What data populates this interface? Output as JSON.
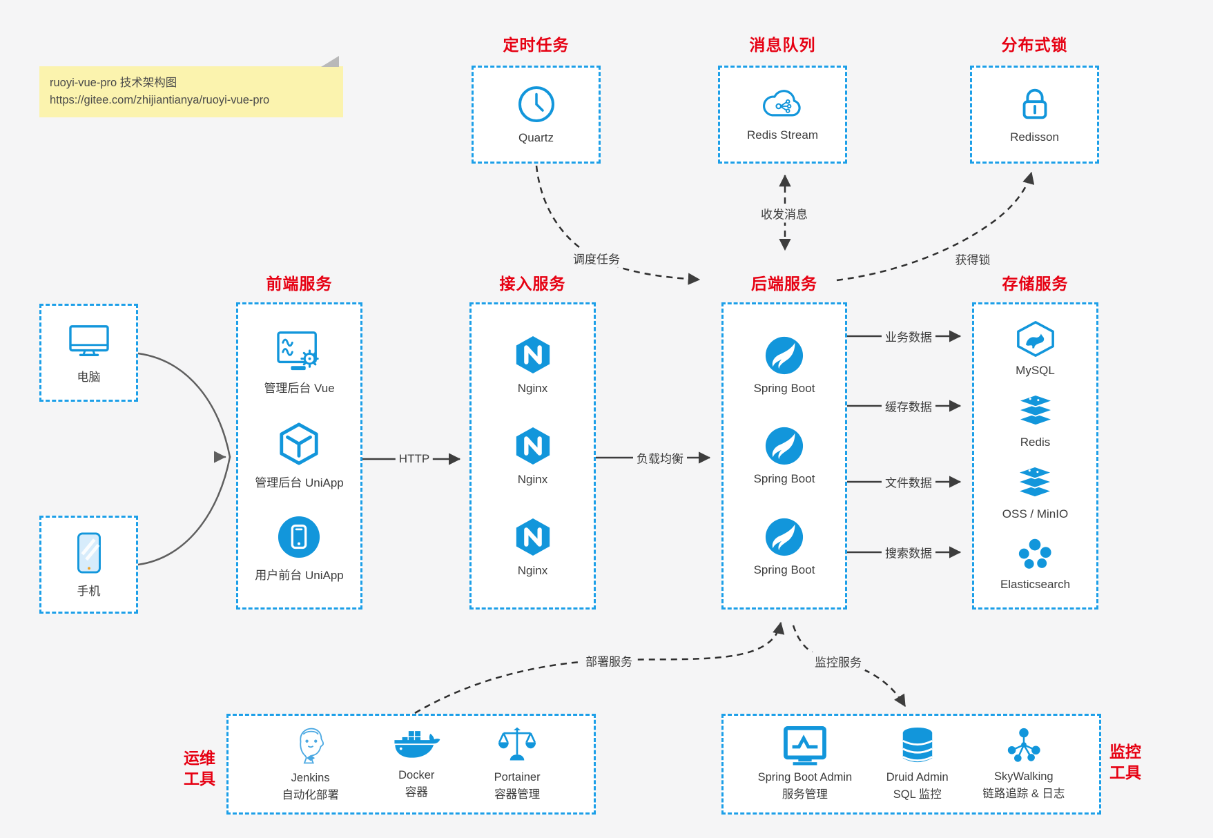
{
  "note": {
    "line1": "ruoyi-vue-pro 技术架构图",
    "line2": "https://gitee.com/zhijiantianya/ruoyi-vue-pro"
  },
  "colors": {
    "accent_blue": "#1296db",
    "border_blue": "#1c9fe8",
    "title_red": "#e60012",
    "arrow_dark": "#3d3d3d",
    "arrow_gray": "#5f5f5f",
    "canvas_bg": "#f5f5f6",
    "note_yellow": "#fbf3ae"
  },
  "top_groups": [
    {
      "title": "定时任务",
      "item": {
        "icon": "clock-icon",
        "label": "Quartz"
      }
    },
    {
      "title": "消息队列",
      "item": {
        "icon": "cloud-stream-icon",
        "label": "Redis Stream"
      }
    },
    {
      "title": "分布式锁",
      "item": {
        "icon": "lock-icon",
        "label": "Redisson"
      }
    }
  ],
  "clients": [
    {
      "icon": "desktop-icon",
      "label": "电脑"
    },
    {
      "icon": "smartphone-icon",
      "label": "手机"
    }
  ],
  "columns": [
    {
      "title": "前端服务",
      "items": [
        {
          "icon": "admin-vue-icon",
          "label": "管理后台 Vue"
        },
        {
          "icon": "uniapp-cube-icon",
          "label": "管理后台 UniApp"
        },
        {
          "icon": "user-app-icon",
          "label": "用户前台 UniApp"
        }
      ]
    },
    {
      "title": "接入服务",
      "items": [
        {
          "icon": "nginx-icon",
          "label": "Nginx"
        },
        {
          "icon": "nginx-icon",
          "label": "Nginx"
        },
        {
          "icon": "nginx-icon",
          "label": "Nginx"
        }
      ]
    },
    {
      "title": "后端服务",
      "items": [
        {
          "icon": "spring-boot-icon",
          "label": "Spring Boot"
        },
        {
          "icon": "spring-boot-icon",
          "label": "Spring Boot"
        },
        {
          "icon": "spring-boot-icon",
          "label": "Spring Boot"
        }
      ]
    },
    {
      "title": "存储服务",
      "items": [
        {
          "icon": "mysql-icon",
          "label": "MySQL"
        },
        {
          "icon": "redis-icon",
          "label": "Redis"
        },
        {
          "icon": "oss-minio-icon",
          "label": "OSS / MinIO"
        },
        {
          "icon": "elasticsearch-icon",
          "label": "Elasticsearch"
        }
      ]
    }
  ],
  "edges": {
    "http": "HTTP",
    "load_balance": "负载均衡",
    "business_data": "业务数据",
    "cache_data": "缓存数据",
    "file_data": "文件数据",
    "search_data": "搜索数据",
    "schedule": "调度任务",
    "messaging": "收发消息",
    "acquire_lock": "获得锁",
    "deploy": "部署服务",
    "monitor": "监控服务"
  },
  "bottom_groups": [
    {
      "side_label": {
        "line1": "运维",
        "line2": "工具"
      },
      "items": [
        {
          "icon": "jenkins-icon",
          "line1": "Jenkins",
          "line2": "自动化部署"
        },
        {
          "icon": "docker-icon",
          "line1": "Docker",
          "line2": "容器"
        },
        {
          "icon": "portainer-icon",
          "line1": "Portainer",
          "line2": "容器管理"
        }
      ]
    },
    {
      "side_label": {
        "line1": "监控",
        "line2": "工具"
      },
      "items": [
        {
          "icon": "sba-icon",
          "line1": "Spring Boot Admin",
          "line2": "服务管理"
        },
        {
          "icon": "druid-icon",
          "line1": "Druid Admin",
          "line2": "SQL 监控"
        },
        {
          "icon": "skywalking-icon",
          "line1": "SkyWalking",
          "line2": "链路追踪 & 日志"
        }
      ]
    }
  ]
}
